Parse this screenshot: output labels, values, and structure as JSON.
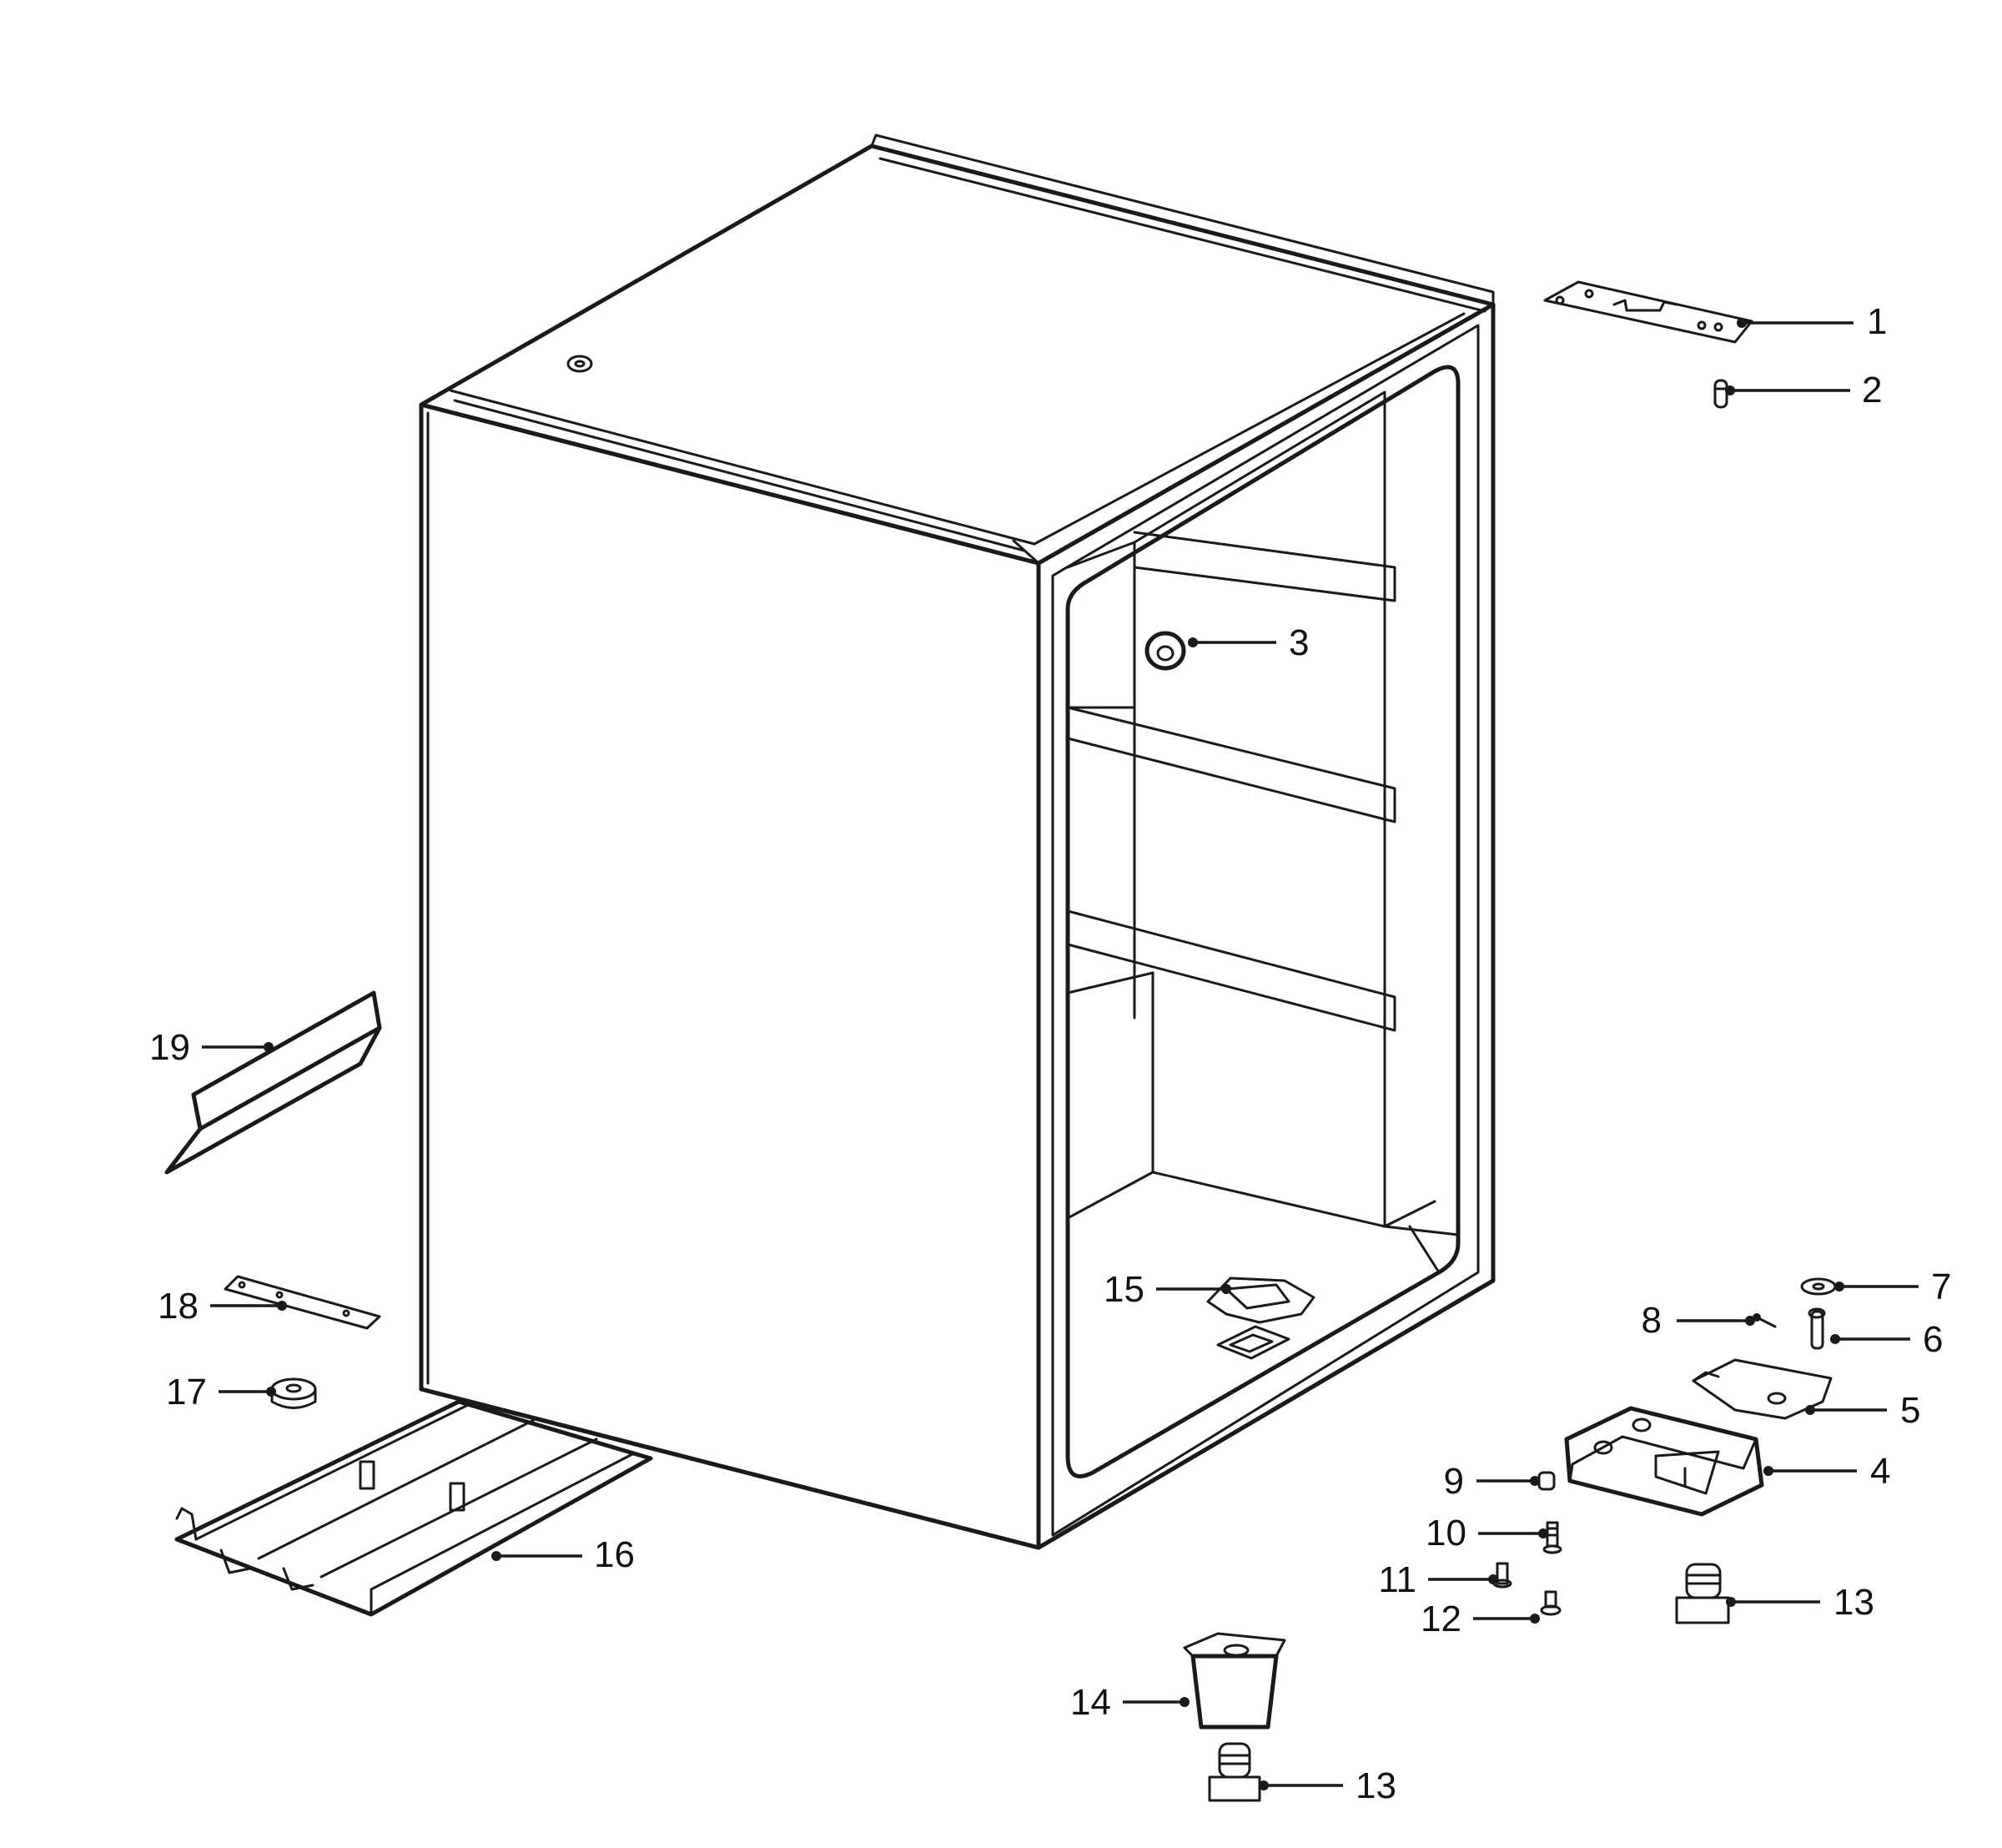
{
  "diagram": {
    "type": "exploded parts diagram",
    "subject": "refrigerator cabinet assembly",
    "callouts": [
      {
        "label": "1"
      },
      {
        "label": "2"
      },
      {
        "label": "3"
      },
      {
        "label": "4"
      },
      {
        "label": "5"
      },
      {
        "label": "6"
      },
      {
        "label": "7"
      },
      {
        "label": "8"
      },
      {
        "label": "9"
      },
      {
        "label": "10"
      },
      {
        "label": "11"
      },
      {
        "label": "12"
      },
      {
        "label": "13"
      },
      {
        "label": "13"
      },
      {
        "label": "14"
      },
      {
        "label": "15"
      },
      {
        "label": "16"
      },
      {
        "label": "17"
      },
      {
        "label": "18"
      },
      {
        "label": "19"
      }
    ]
  },
  "colors": {
    "line": "#1a1a1a",
    "background": "#ffffff"
  }
}
